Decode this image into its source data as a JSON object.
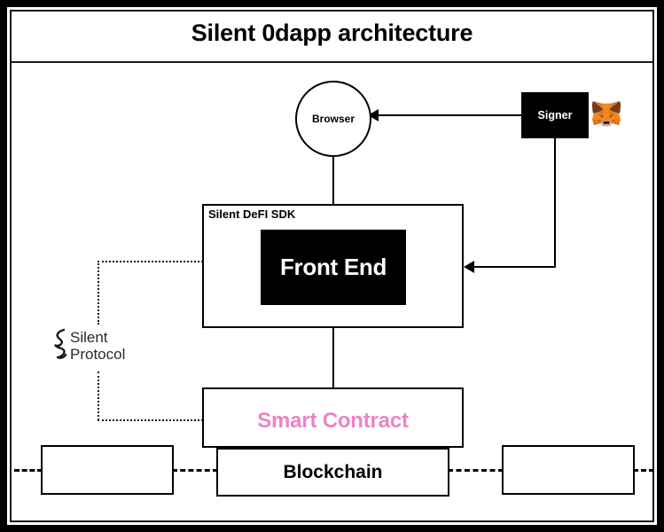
{
  "diagram": {
    "title": "Silent 0dapp architecture",
    "accent_pink": "#ee82c8",
    "nodes": {
      "browser": {
        "label": "Browser",
        "shape": "circle"
      },
      "signer": {
        "label": "Signer",
        "shape": "filled-rect"
      },
      "wallet_icon": {
        "label": "metamask-fox-icon"
      },
      "sdk": {
        "label": "Silent DeFI SDK",
        "shape": "rect"
      },
      "front_end": {
        "label": "Front End",
        "shape": "filled-rect"
      },
      "smart_contract": {
        "label": "Smart Contract",
        "shape": "rect",
        "color": "#ee82c8"
      },
      "blockchain": {
        "label": "Blockchain",
        "shape": "rect"
      },
      "peer_left": {
        "label": "",
        "shape": "rect"
      },
      "peer_right": {
        "label": "",
        "shape": "rect"
      }
    },
    "brand": {
      "line1": "Silent",
      "line2": "Protocol",
      "mark": "silent-protocol-squiggle-icon"
    }
  }
}
